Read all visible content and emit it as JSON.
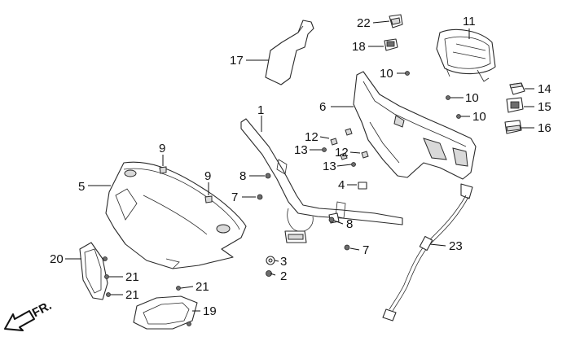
{
  "callouts": [
    {
      "id": "c1",
      "label": "1"
    },
    {
      "id": "c2",
      "label": "2"
    },
    {
      "id": "c3",
      "label": "3"
    },
    {
      "id": "c4",
      "label": "4"
    },
    {
      "id": "c5",
      "label": "5"
    },
    {
      "id": "c6",
      "label": "6"
    },
    {
      "id": "c7a",
      "label": "7"
    },
    {
      "id": "c7b",
      "label": "7"
    },
    {
      "id": "c8a",
      "label": "8"
    },
    {
      "id": "c8b",
      "label": "8"
    },
    {
      "id": "c9a",
      "label": "9"
    },
    {
      "id": "c9b",
      "label": "9"
    },
    {
      "id": "c10a",
      "label": "10"
    },
    {
      "id": "c10b",
      "label": "10"
    },
    {
      "id": "c10c",
      "label": "10"
    },
    {
      "id": "c11",
      "label": "11"
    },
    {
      "id": "c12a",
      "label": "12"
    },
    {
      "id": "c12b",
      "label": "12"
    },
    {
      "id": "c13a",
      "label": "13"
    },
    {
      "id": "c13b",
      "label": "13"
    },
    {
      "id": "c14",
      "label": "14"
    },
    {
      "id": "c15",
      "label": "15"
    },
    {
      "id": "c16",
      "label": "16"
    },
    {
      "id": "c17",
      "label": "17"
    },
    {
      "id": "c18",
      "label": "18"
    },
    {
      "id": "c19",
      "label": "19"
    },
    {
      "id": "c20",
      "label": "20"
    },
    {
      "id": "c21a",
      "label": "21"
    },
    {
      "id": "c21b",
      "label": "21"
    },
    {
      "id": "c21c",
      "label": "21"
    },
    {
      "id": "c22",
      "label": "22"
    },
    {
      "id": "c23",
      "label": "23"
    }
  ],
  "direction_label": "FR.",
  "colors": {
    "line": "#111111",
    "fill": "#ffffff",
    "shade": "#d9d9d9"
  }
}
